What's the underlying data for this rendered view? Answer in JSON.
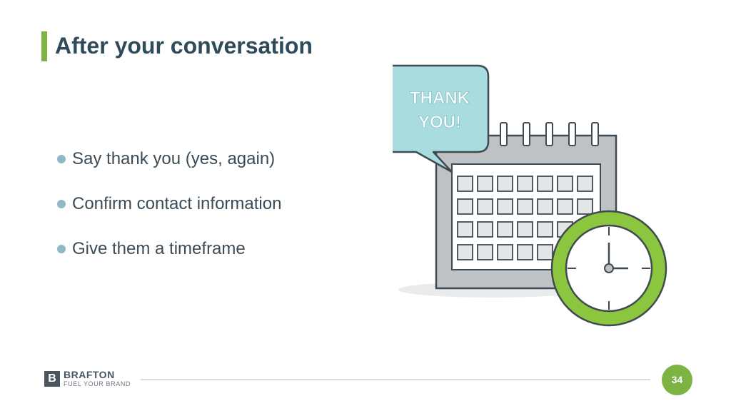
{
  "slide": {
    "title": "After your conversation",
    "bullets": [
      "Say thank you (yes, again)",
      "Confirm contact information",
      "Give them a timeframe"
    ]
  },
  "illustration": {
    "speech_bubble_line1": "THANK",
    "speech_bubble_line2": "YOU!",
    "icons": [
      "calendar-icon",
      "clock-icon",
      "speech-bubble-icon"
    ]
  },
  "footer": {
    "logo_mark": "B",
    "logo_name": "BRAFTON",
    "logo_tagline": "FUEL YOUR BRAND",
    "page_number": "34"
  },
  "colors": {
    "accent_green": "#7cb342",
    "title_text": "#2f4a5a",
    "body_text": "#3d4b55",
    "bubble_fill": "#a8dcde",
    "calendar_gray": "#bfc2c4"
  }
}
